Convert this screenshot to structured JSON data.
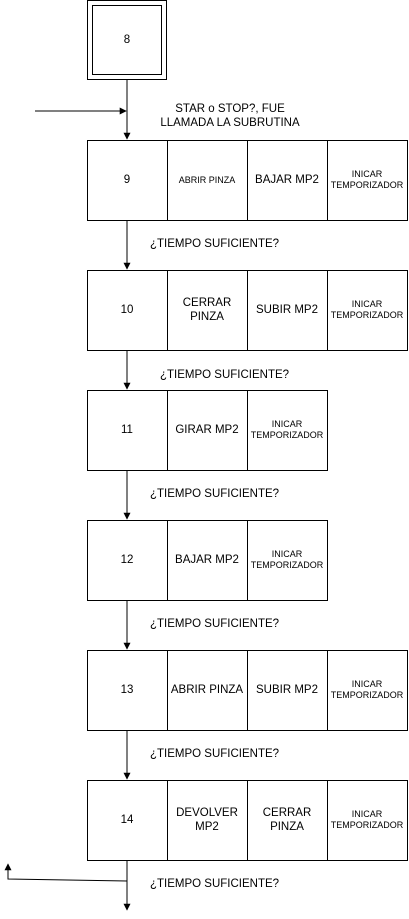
{
  "initial_step": "8",
  "entry_label": "STAR o STOP?, FUE\nLLAMADA LA SUBRUTINA",
  "transition_label": "¿TIEMPO SUFICIENTE?",
  "steps": [
    {
      "number": "9",
      "actions": [
        "ABRIR PINZA",
        "BAJAR MP2",
        "INICAR\nTEMPORIZADOR"
      ]
    },
    {
      "number": "10",
      "actions": [
        "CERRAR\nPINZA",
        "SUBIR MP2",
        "INICAR\nTEMPORIZADOR"
      ]
    },
    {
      "number": "11",
      "actions": [
        "GIRAR MP2",
        "INICAR\nTEMPORIZADOR"
      ]
    },
    {
      "number": "12",
      "actions": [
        "BAJAR MP2",
        "INICAR\nTEMPORIZADOR"
      ]
    },
    {
      "number": "13",
      "actions": [
        "ABRIR PINZA",
        "SUBIR MP2",
        "INICAR\nTEMPORIZADOR"
      ]
    },
    {
      "number": "14",
      "actions": [
        "DEVOLVER\nMP2",
        "CERRAR\nPINZA",
        "INICAR\nTEMPORIZADOR"
      ]
    }
  ],
  "transitions": [
    "¿TIEMPO SUFICIENTE?",
    "¿TIEMPO SUFICIENTE?",
    "¿TIEMPO SUFICIENTE?",
    "¿TIEMPO SUFICIENTE?",
    "¿TIEMPO SUFICIENTE?",
    "¿TIEMPO SUFICIENTE?"
  ],
  "colors": {
    "stroke": "#000000",
    "background": "#ffffff"
  }
}
